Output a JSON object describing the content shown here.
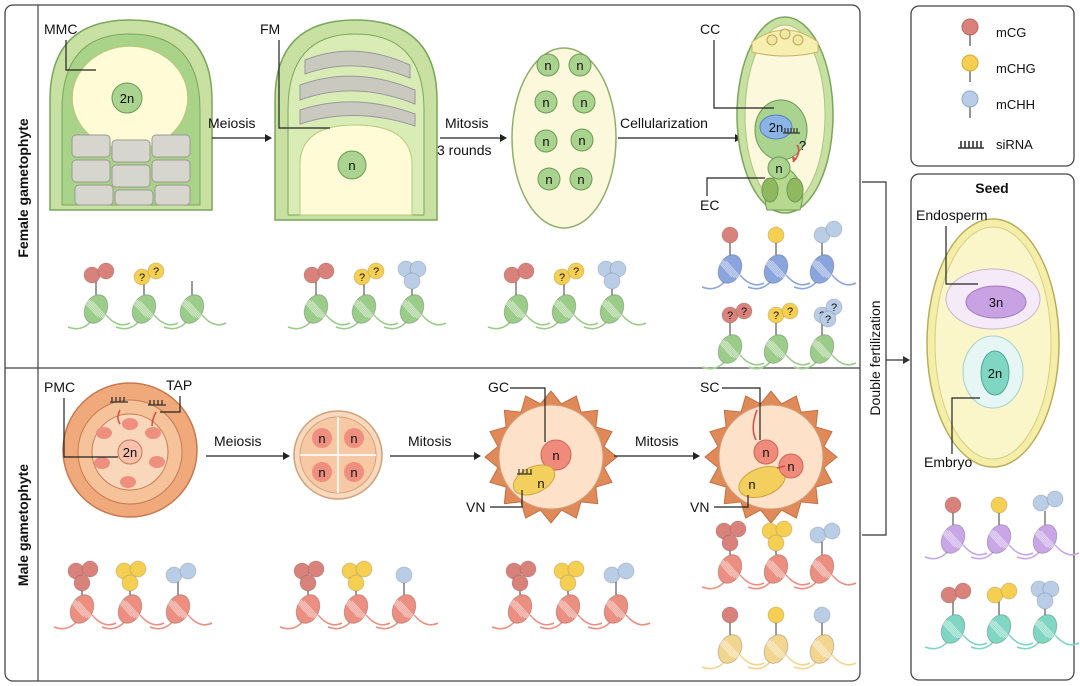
{
  "panels": {
    "female_title": "Female gametophyte",
    "male_title": "Male gametophyte",
    "double_fertilization": "Double fertilization"
  },
  "female": {
    "mmc_label": "MMC",
    "mmc_nucleus": "2n",
    "fm_label": "FM",
    "fm_nucleus": "n",
    "meiosis": "Meiosis",
    "mitosis": "Mitosis",
    "rounds": "3 rounds",
    "free_nucleus": "n",
    "cellularization": "Cellularization",
    "cc_label": "CC",
    "cc_nucleus": "2n",
    "ec_label": "EC",
    "ec_nucleus": "n",
    "question": "?"
  },
  "male": {
    "pmc_label": "PMC",
    "tap_label": "TAP",
    "pmc_nucleus": "2n",
    "meiosis": "Meiosis",
    "tetrad_nucleus": "n",
    "mitosis1": "Mitosis",
    "gc_label": "GC",
    "vn_label": "VN",
    "gc_nucleus": "n",
    "vn_nucleus": "n",
    "mitosis2": "Mitosis",
    "sc_label": "SC",
    "vn2_label": "VN",
    "sc_nucleus": "n",
    "vn2_nucleus": "n"
  },
  "legend": {
    "items": [
      {
        "label": "mCG",
        "color": "#d9827b"
      },
      {
        "label": "mCHG",
        "color": "#f5cf52"
      },
      {
        "label": "mCHH",
        "color": "#b9cde6"
      },
      {
        "label": "siRNA"
      }
    ]
  },
  "seed": {
    "title": "Seed",
    "endosperm_label": "Endosperm",
    "endosperm_nucleus": "3n",
    "embryo_label": "Embryo",
    "embryo_nucleus": "2n"
  },
  "colors": {
    "mCG": "#d9827b",
    "mCHG": "#f5cf52",
    "mCHH": "#b9cde6",
    "green_nucleosome": "#9ccc8a",
    "blue_nucleosome": "#8aa5de",
    "red_nucleosome": "#ec8f80",
    "gold_nucleosome": "#f2d58e",
    "purple_nucleosome": "#c9a7e6",
    "teal_nucleosome": "#7fd6c2"
  }
}
